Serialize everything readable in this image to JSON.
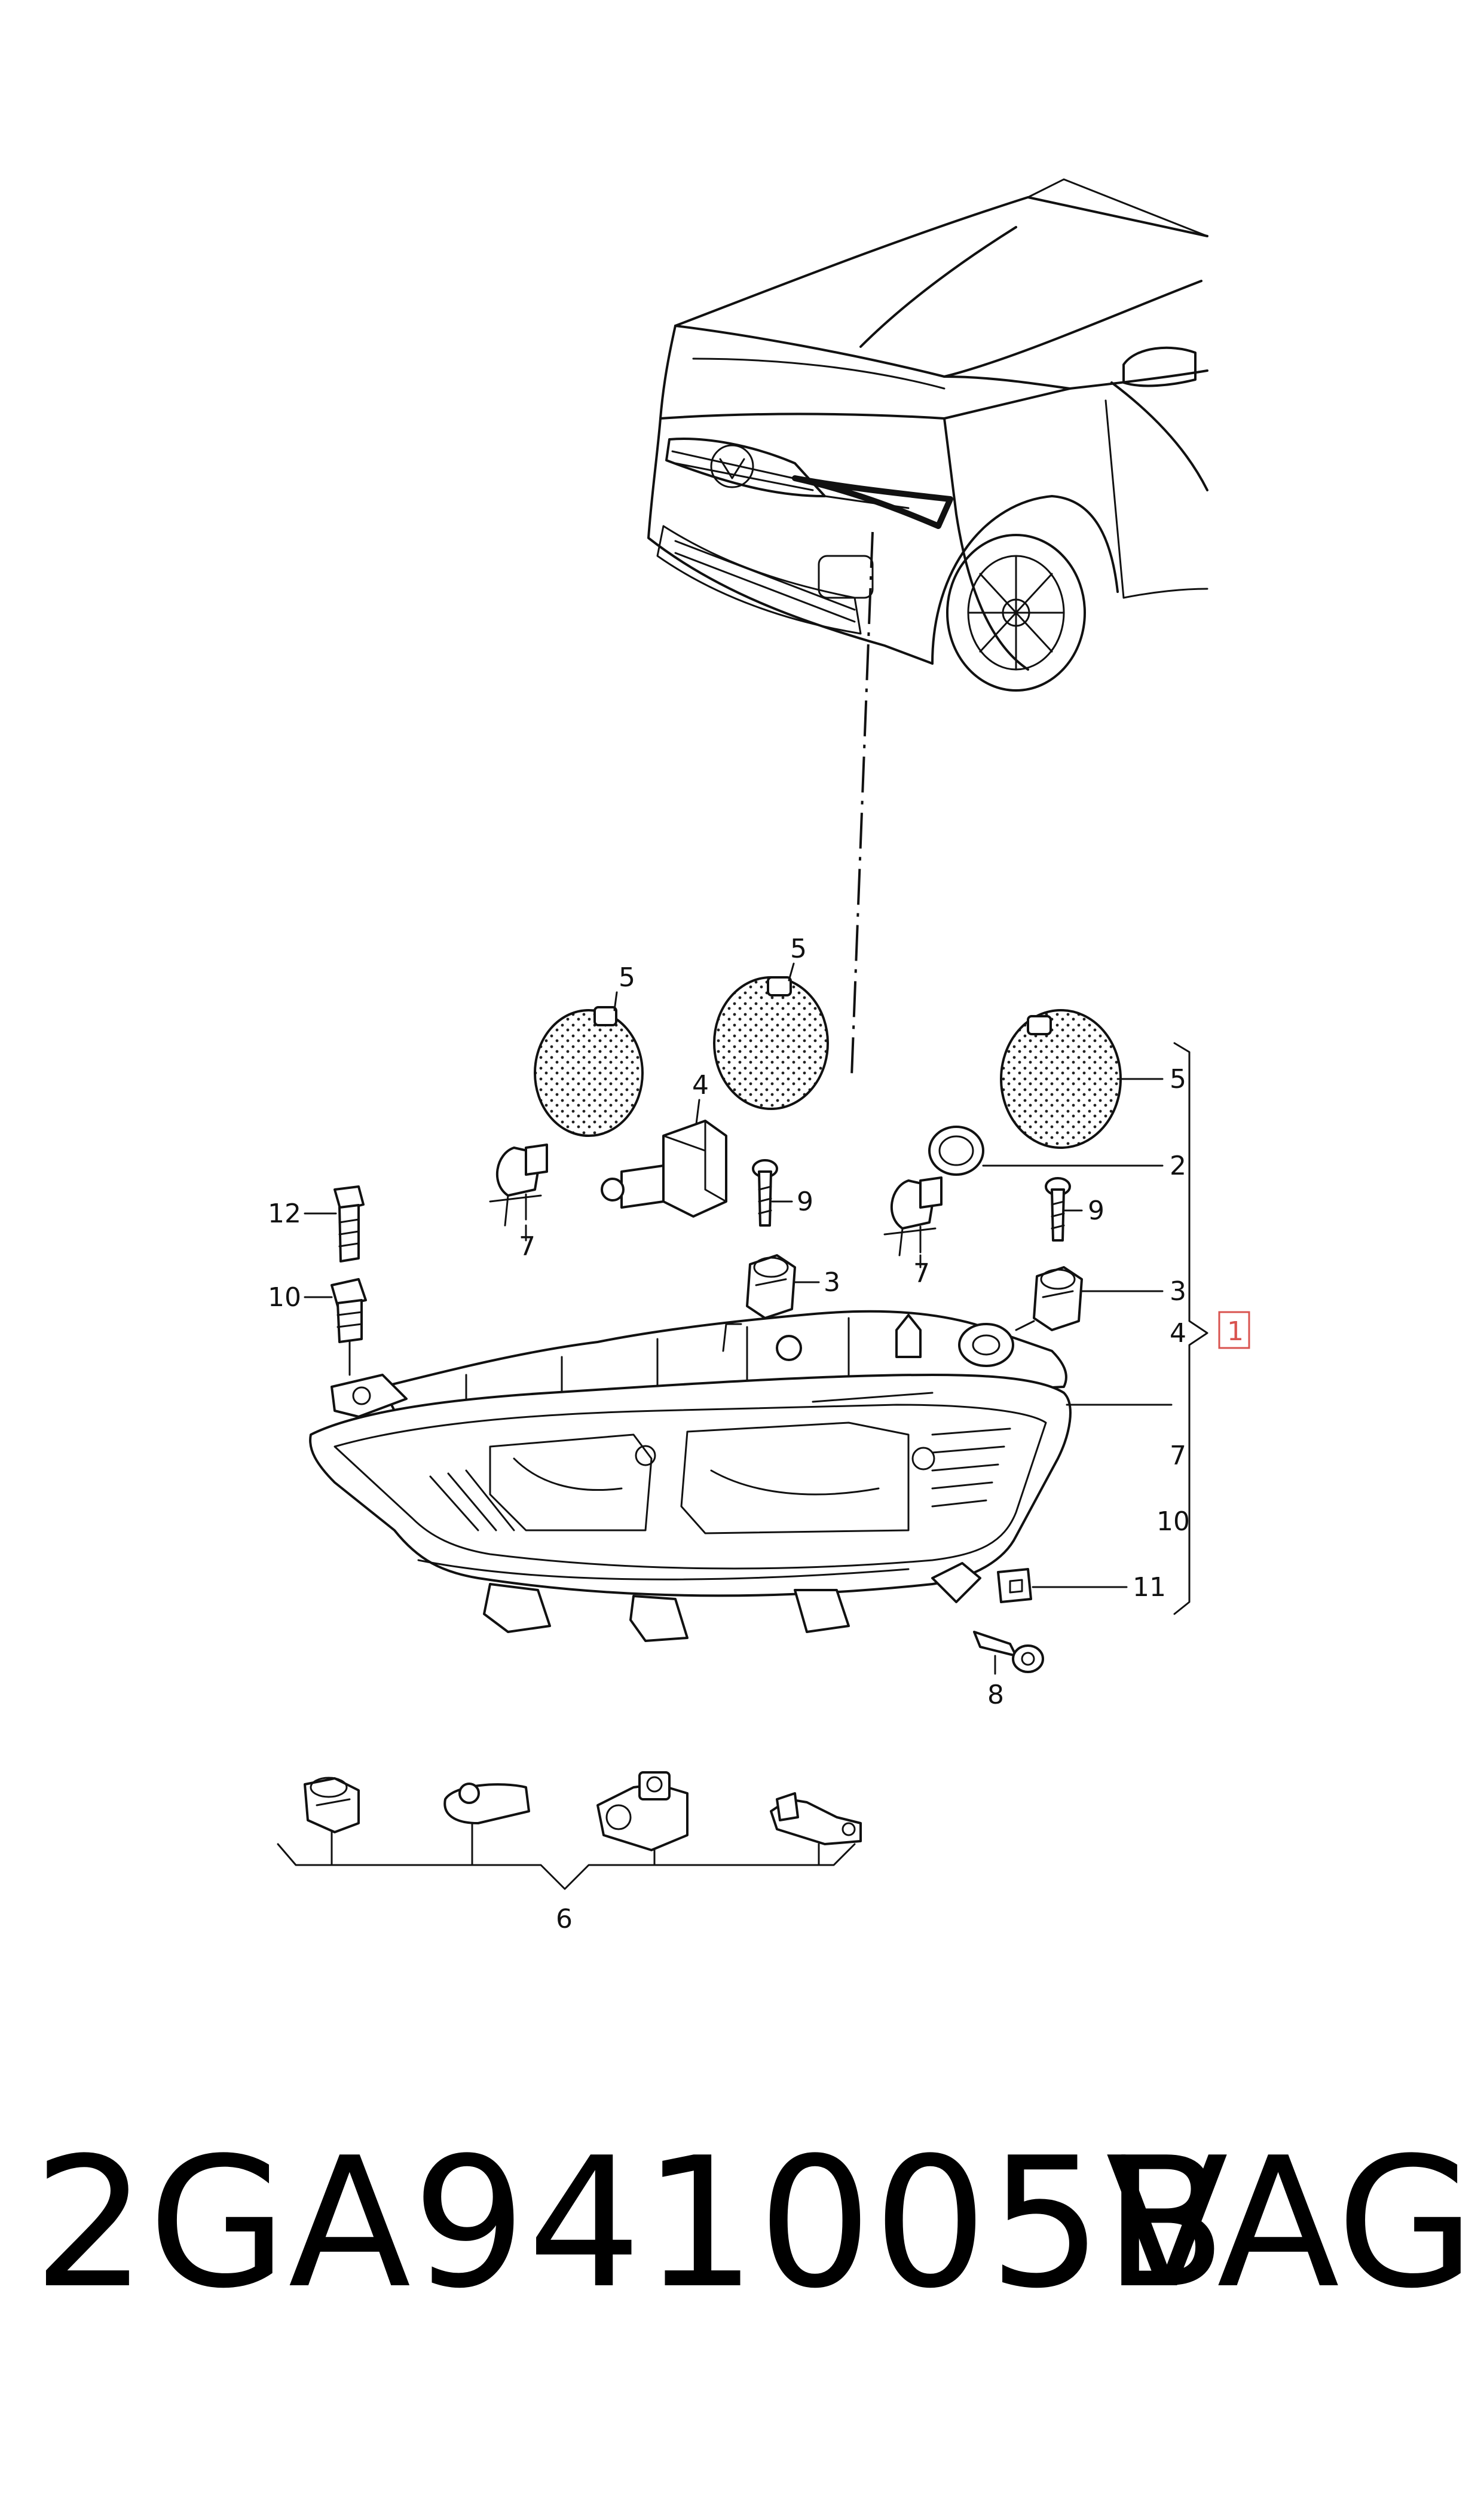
{
  "labels": {
    "main_group": "1",
    "bulb_cover_left": "5",
    "bulb_cover_center": "5",
    "bulb_cover_right": "5",
    "bulb_holder": "2",
    "control_unit": "4",
    "bulb_left": "7",
    "bulb_center": "7",
    "screw_left": "9",
    "screw_right": "9",
    "bracket_left": "3",
    "bracket_right": "3",
    "bolt_top": "12",
    "bolt_lower": "10",
    "bolt_bottom": "8",
    "clip": "11",
    "repair_set": "6",
    "list_4": "4",
    "list_7": "7",
    "list_10": "10"
  },
  "footer": {
    "part_number": "2GA941005B",
    "brand": "VAG"
  },
  "colors": {
    "line": "#111111",
    "highlight_box": "#d9534f",
    "background": "#ffffff"
  }
}
